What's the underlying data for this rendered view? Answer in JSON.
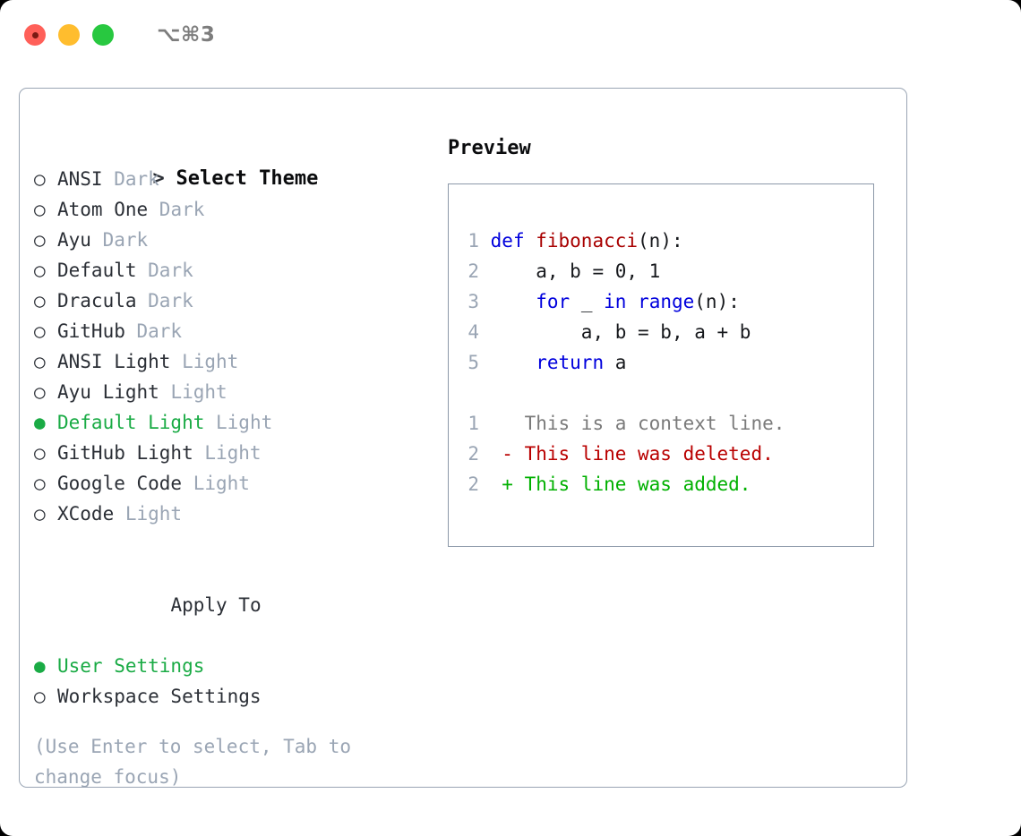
{
  "window": {
    "shortcut": "⌥⌘3",
    "traffic_lights": [
      {
        "name": "close-button",
        "color": "#FF6059"
      },
      {
        "name": "minimize-button",
        "color": "#FFBD2E"
      },
      {
        "name": "maximize-button",
        "color": "#28C840"
      }
    ]
  },
  "theme_picker": {
    "header_marker": ">",
    "header_label": "Select Theme",
    "unselected_marker": "○",
    "selected_marker": "●",
    "items": [
      {
        "marker": "○",
        "label": "ANSI",
        "suffix": "Dark",
        "selected": false
      },
      {
        "marker": "○",
        "label": "Atom One",
        "suffix": "Dark",
        "selected": false
      },
      {
        "marker": "○",
        "label": "Ayu",
        "suffix": "Dark",
        "selected": false
      },
      {
        "marker": "○",
        "label": "Default",
        "suffix": "Dark",
        "selected": false
      },
      {
        "marker": "○",
        "label": "Dracula",
        "suffix": "Dark",
        "selected": false
      },
      {
        "marker": "○",
        "label": "GitHub",
        "suffix": "Dark",
        "selected": false
      },
      {
        "marker": "○",
        "label": "ANSI Light",
        "suffix": "Light",
        "selected": false
      },
      {
        "marker": "○",
        "label": "Ayu Light",
        "suffix": "Light",
        "selected": false
      },
      {
        "marker": "●",
        "label": "Default Light",
        "suffix": "Light",
        "selected": true
      },
      {
        "marker": "○",
        "label": "GitHub Light",
        "suffix": "Light",
        "selected": false
      },
      {
        "marker": "○",
        "label": "Google Code",
        "suffix": "Light",
        "selected": false
      },
      {
        "marker": "○",
        "label": "XCode",
        "suffix": "Light",
        "selected": false
      }
    ]
  },
  "apply_to": {
    "title": "Apply To",
    "items": [
      {
        "marker": "●",
        "label": "User Settings",
        "selected": true
      },
      {
        "marker": "○",
        "label": "Workspace Settings",
        "selected": false
      }
    ]
  },
  "hint": "(Use Enter to select, Tab to change focus)",
  "preview": {
    "title": "Preview",
    "code_lines": [
      {
        "no": "1",
        "tokens": [
          {
            "t": "def ",
            "c": "kw"
          },
          {
            "t": "fibonacci",
            "c": "fn"
          },
          {
            "t": "(n):",
            "c": "plain"
          }
        ]
      },
      {
        "no": "2",
        "tokens": [
          {
            "t": "    a, b = 0, 1",
            "c": "plain"
          }
        ]
      },
      {
        "no": "3",
        "tokens": [
          {
            "t": "    ",
            "c": "plain"
          },
          {
            "t": "for",
            "c": "kw"
          },
          {
            "t": " _ ",
            "c": "plain"
          },
          {
            "t": "in",
            "c": "kw"
          },
          {
            "t": " ",
            "c": "plain"
          },
          {
            "t": "range",
            "c": "kw"
          },
          {
            "t": "(n):",
            "c": "plain"
          }
        ]
      },
      {
        "no": "4",
        "tokens": [
          {
            "t": "        a, b = b, a + b",
            "c": "plain"
          }
        ]
      },
      {
        "no": "5",
        "tokens": [
          {
            "t": "    ",
            "c": "plain"
          },
          {
            "t": "return",
            "c": "kw"
          },
          {
            "t": " a",
            "c": "plain"
          }
        ]
      }
    ],
    "diff_lines": [
      {
        "no": "1",
        "text": "  This is a context line.",
        "kind": "ctx"
      },
      {
        "no": "2",
        "text": "- This line was deleted.",
        "kind": "del"
      },
      {
        "no": "2",
        "text": "+ This line was added.",
        "kind": "add"
      }
    ]
  },
  "colors": {
    "selected_green": "#1aab45",
    "muted_gray": "#9aa5b4",
    "keyword_blue": "#0000dd",
    "function_red": "#a80000",
    "diff_delete": "#b90000",
    "diff_add": "#00b000",
    "panel_border": "#9aa5b4"
  }
}
